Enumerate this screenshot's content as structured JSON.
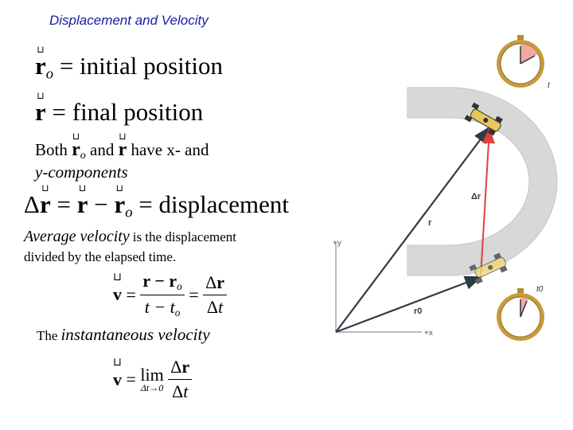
{
  "title": "Displacement and Velocity",
  "equations": {
    "r0": {
      "symbol": "r",
      "subscript": "o",
      "rhs": "= initial position"
    },
    "r": {
      "symbol": "r",
      "rhs": "= final position"
    },
    "both": {
      "prefix": "Both",
      "and": "and",
      "suffix": "have x- and",
      "line2": "y-components"
    },
    "disp": {
      "delta": "Δ",
      "minus": "−",
      "rhs": "= displacement"
    }
  },
  "avg_velocity": {
    "term": "Average velocity",
    "rest": "is the displacement",
    "line2": "divided by the elapsed time.",
    "formula": {
      "lhs": "v",
      "eq": "=",
      "num1": "r − r",
      "den1": "t − t",
      "num2": "Δr",
      "den2": "Δt"
    }
  },
  "inst_velocity": {
    "prefix": "The",
    "term": "instantaneous velocity",
    "formula": {
      "lhs": "v",
      "eq": "=",
      "lim": "lim",
      "lim_sub": "Δt→0",
      "num": "Δr",
      "den": "Δt"
    }
  },
  "diagram": {
    "y_axis_label": "+y",
    "x_axis_label": "+x",
    "vec_r_label": "r",
    "vec_r0_label": "r0",
    "vec_dr_label": "Δr",
    "clock_top_label": "t",
    "clock_bottom_label": "t0",
    "colors": {
      "track": "#d8d8d8",
      "vector_dark": "#303a44",
      "vector_red": "#e04040",
      "clock_face": "#ffffff",
      "clock_rim": "#c89a3c",
      "clock_wedge": "#f0a9a0"
    }
  }
}
